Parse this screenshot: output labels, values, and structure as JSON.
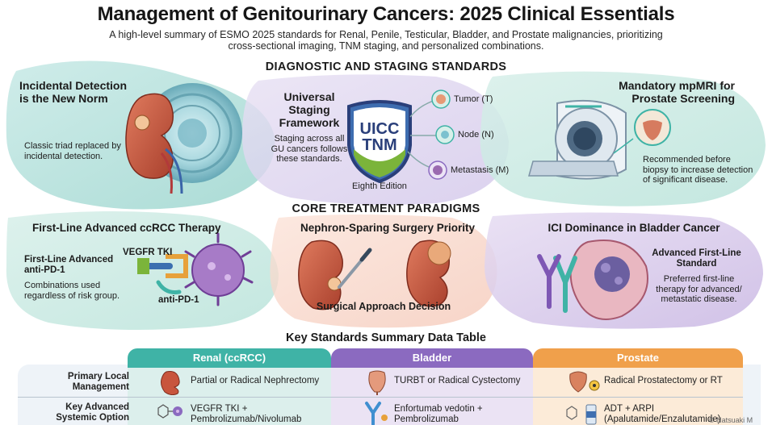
{
  "title": "Management of Genitourinary Cancers: 2025 Clinical Essentials",
  "subtitle": "A high-level summary of ESMO 2025 standards for Renal, Penile, Testicular, Bladder, and Prostate malignancies, prioritizing cross-sectional imaging, TNM staging, and personalized combinations.",
  "diagnostic": {
    "heading": "DIAGNOSTIC AND STAGING STANDARDS",
    "incidental": {
      "title": "Incidental Detection is the New Norm",
      "text": "Classic triad replaced by incidental detection."
    },
    "staging": {
      "title": "Universal Staging Framework",
      "text": "Staging across all GU cancers follows these standards.",
      "badge_line1": "UICC",
      "badge_line2": "TNM",
      "edition": "Eighth Edition",
      "tumor": "Tumor (T)",
      "node": "Node (N)",
      "metastasis": "Metastasis (M)"
    },
    "mpmri": {
      "title": "Mandatory mpMRI for Prostate Screening",
      "text": "Recommended before biopsy to increase detection of significant disease."
    }
  },
  "treatment": {
    "heading": "CORE TREATMENT PARADIGMS",
    "ccrcc": {
      "title": "First-Line Advanced ccRCC Therapy",
      "label": "First-Line Advanced anti-PD-1",
      "text": "Combinations used regardless of risk group.",
      "vegfr": "VEGFR TKI",
      "antipd1": "anti-PD-1"
    },
    "nephron": {
      "title": "Nephron-Sparing Surgery Priority",
      "caption": "Surgical Approach Decision"
    },
    "ici": {
      "title": "ICI Dominance in Bladder Cancer",
      "label": "Advanced First-Line Standard",
      "text": "Preferred first-line therapy for advanced/ metastatic disease."
    }
  },
  "table": {
    "heading": "Key Standards Summary Data Table",
    "columns": [
      "Renal (ccRCC)",
      "Bladder",
      "Prostate"
    ],
    "rows": [
      {
        "label": "Primary Local Management",
        "cells": [
          "Partial or Radical Nephrectomy",
          "TURBT or Radical Cystectomy",
          "Radical Prostatectomy or RT"
        ]
      },
      {
        "label": "Key Advanced Systemic Option",
        "cells": [
          "VEGFR TKI + Pembrolizumab/Nivolumab",
          "Enfortumab vedotin + Pembrolizumab",
          "ADT + ARPI (Apalutamide/Enzalutamide)"
        ]
      }
    ]
  },
  "watermark": "© Natsuaki M",
  "colors": {
    "teal": "#3fb3a6",
    "purple": "#8b6ac0",
    "orange": "#f0a04b",
    "kidney": "#c8553d",
    "navy": "#2c3e73"
  }
}
